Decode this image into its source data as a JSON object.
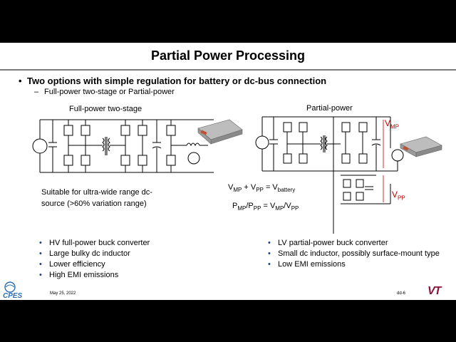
{
  "slide": {
    "title": "Partial Power Processing",
    "bullet_main": "Two options with simple regulation for battery or dc-bus connection",
    "bullet_sub": "Full-power two-stage or Partial-power",
    "left_caption": "Full-power two-stage",
    "right_caption": "Partial-power",
    "note_line1": "Suitable for ultra-wide range dc-",
    "note_line2": "source (>60% variation range)",
    "eq1": {
      "a": "V",
      "a_sub": "MP",
      "b": " + V",
      "b_sub": "PP",
      "c": " = V",
      "c_sub": "battery"
    },
    "eq2": {
      "a": "P",
      "a_sub": "MP",
      "b": "/P",
      "b_sub": "PP",
      "c": " = V",
      "c_sub": "MP",
      "d": "/V",
      "d_sub": "PP"
    },
    "vmp_label": {
      "base": "V",
      "sub": "MP"
    },
    "vpp_label": {
      "base": "V",
      "sub": "PP"
    },
    "left_list": [
      "HV full-power buck converter",
      "Large bulky dc inductor",
      "Lower efficiency",
      "High EMI emissions"
    ],
    "right_list": [
      "LV partial-power buck converter",
      "Small dc inductor, possibly surface-mount type",
      "Low EMI emissions"
    ],
    "footer_date": "May 25, 2022",
    "footer_page": "dd-6",
    "logo_left": "CPES",
    "logo_right": "VT"
  },
  "colors": {
    "accent_red": "#c00000",
    "rule_gray": "#7a7a7a",
    "bullet_blue": "#1f3f7a",
    "vt_maroon": "#8a1538"
  }
}
